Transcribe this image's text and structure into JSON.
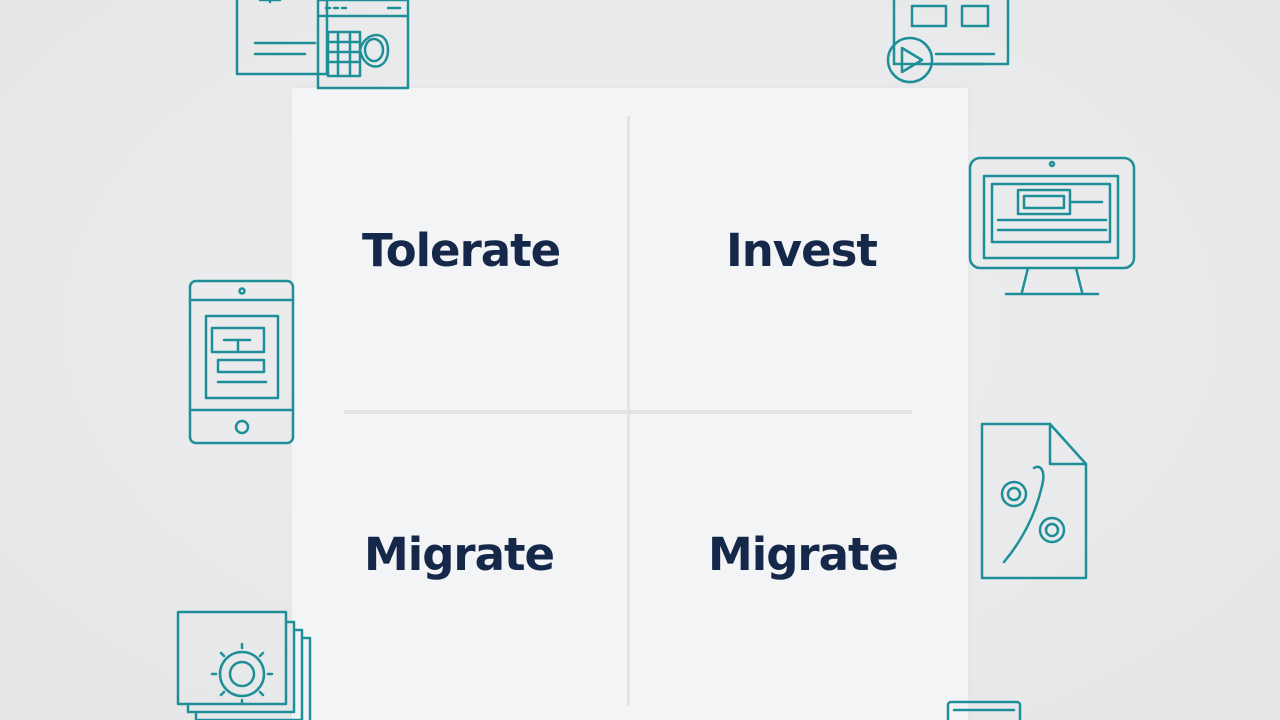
{
  "quadrants": [
    {
      "label": "Tolerate"
    },
    {
      "label": "Invest"
    },
    {
      "label": "Migrate"
    },
    {
      "label": "Migrate"
    }
  ],
  "colors": {
    "background": "#e9eaeb",
    "card": "#f3f4f5",
    "label_text": "#15284a",
    "icon_stroke": "#1e8f99",
    "divider": "#e1e3e5"
  },
  "icons": [
    "browser-windows-icon",
    "video-document-icon",
    "tablet-icon",
    "desktop-monitor-icon",
    "percent-document-icon",
    "gear-documents-icon",
    "laptop-icon"
  ]
}
